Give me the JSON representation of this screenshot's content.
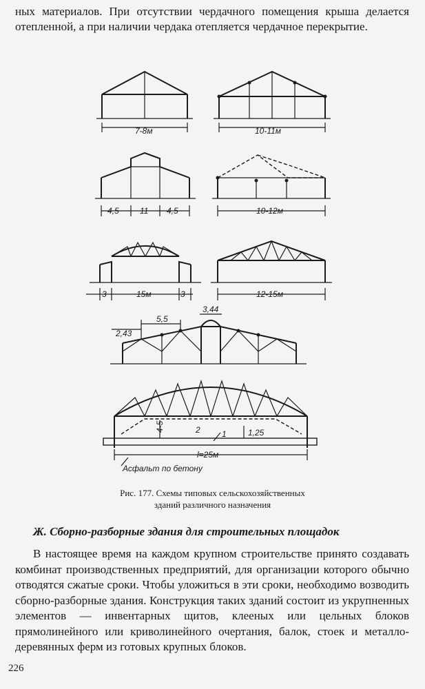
{
  "top_paragraph": "ных материалов. При отсутствии чердачного помещения крыша делается отепленной, а при наличии чердака отепляется чердачное перекрытие.",
  "figure": {
    "dims": {
      "d1": "7-8м",
      "d2": "10-11м",
      "d3a": "4,5",
      "d3b": "11",
      "d3c": "4,5",
      "d4": "10-12м",
      "d5a": "3",
      "d5b": "15м",
      "d5c": "3",
      "d6": "12-15м",
      "d7a": "2,43",
      "d7b": "5,5",
      "d7c": "3,44",
      "d8a": "4-5",
      "d8b": "2",
      "d8c": "1",
      "d8d": "1,25",
      "d8e": "l=25м",
      "d8f": "Асфальт по бетону"
    },
    "caption_line1": "Рис. 177. Схемы типовых сельскохозяйственных",
    "caption_line2": "зданий различного назначения"
  },
  "section_title": "Ж. Сборно-разборные здания для строительных площадок",
  "body_paragraph": "В настоящее время на каждом крупном строительстве принято создавать комбинат производственных предприятий, для организации которого обычно отводятся сжатые сроки. Чтобы уложиться в эти сроки, необходимо возводить сборно-разборные здания. Конструкция таких зданий состоит из укрупненных элементов — инвентарных щитов, клееных или цельных блоков прямолинейного или криволинейного очертания, балок, стоек и металло-деревянных ферм из готовых крупных блоков.",
  "page_number": "226"
}
